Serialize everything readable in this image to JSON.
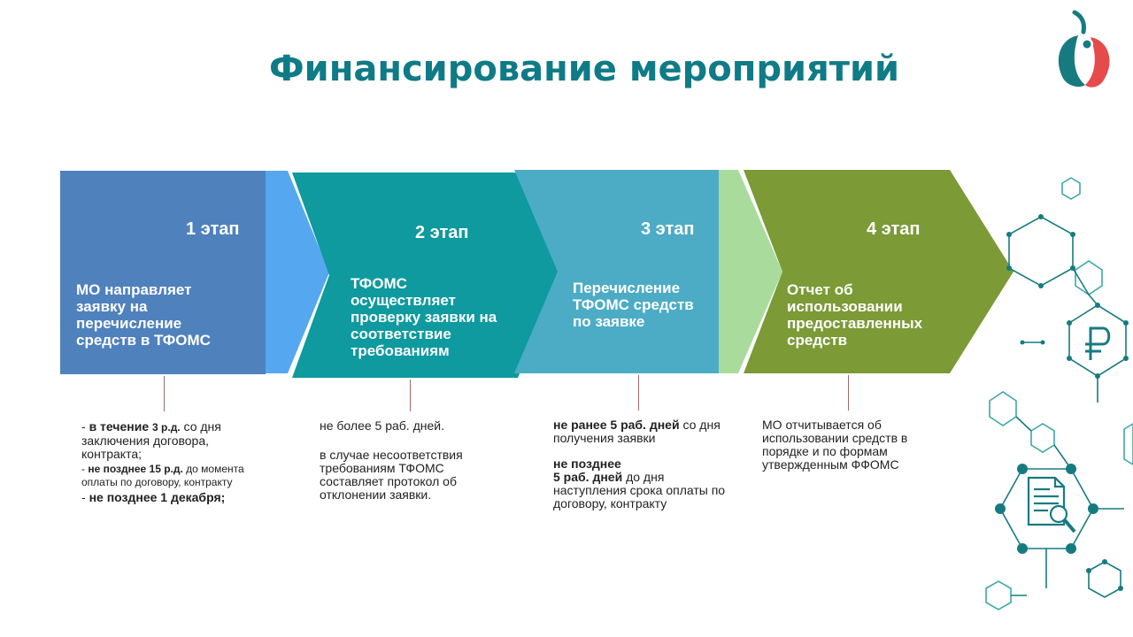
{
  "title": "Финансирование мероприятий",
  "colors": {
    "title": "#0f7b86",
    "stage1": "#4f81bd",
    "stage1_arrow": "#55a7f0",
    "stage2": "#0e9a9e",
    "stage3": "#4cacc6",
    "stage3_arrow": "#a9dc9c",
    "stage4": "#7c9a36",
    "molecule": "#167b80"
  },
  "icons": {
    "logo": "stylized-figure-logo-icon",
    "ruble": "ruble-hexagon-icon",
    "document": "document-magnifier-icon"
  },
  "stages": [
    {
      "head": "1 этап",
      "desc": "МО направляет заявку на перечисление средств в ТФОМС",
      "notes": {
        "a_prefix": "- ",
        "a_bold": "в течение",
        "a_bold2": "3 р.д.",
        "a_rest": " со дня заключения договора, контракта;",
        "b_prefix": "- ",
        "b_bold": "не позднее 15 р.д.",
        "b_rest": " до момента оплаты по договору, контракту",
        "c_prefix": "- ",
        "c_bold": "не позднее 1 декабря;"
      }
    },
    {
      "head": "2 этап",
      "desc": "ТФОМС осуществляет проверку заявки на соответствие требованиям",
      "notes": {
        "p1": "не более 5 раб. дней.",
        "p2": "в случае несоответствия требованиям ТФОМС составляет протокол об отклонении заявки."
      }
    },
    {
      "head": "3 этап",
      "desc": "Перечисление ТФОМС средств по заявке",
      "notes": {
        "a_bold": "не ранее 5 раб. дней",
        "a_rest": " со дня получения заявки",
        "b_bold1": "не позднее",
        "b_bold2": "5 раб. дней",
        "b_rest": " до дня наступления срока оплаты по договору, контракту"
      }
    },
    {
      "head": "4 этап",
      "desc": "Отчет об использовании предоставленных средств",
      "notes": {
        "p1": "МО отчитывается об использовании средств в порядке и по формам утвержденным ФФОМС"
      }
    }
  ]
}
